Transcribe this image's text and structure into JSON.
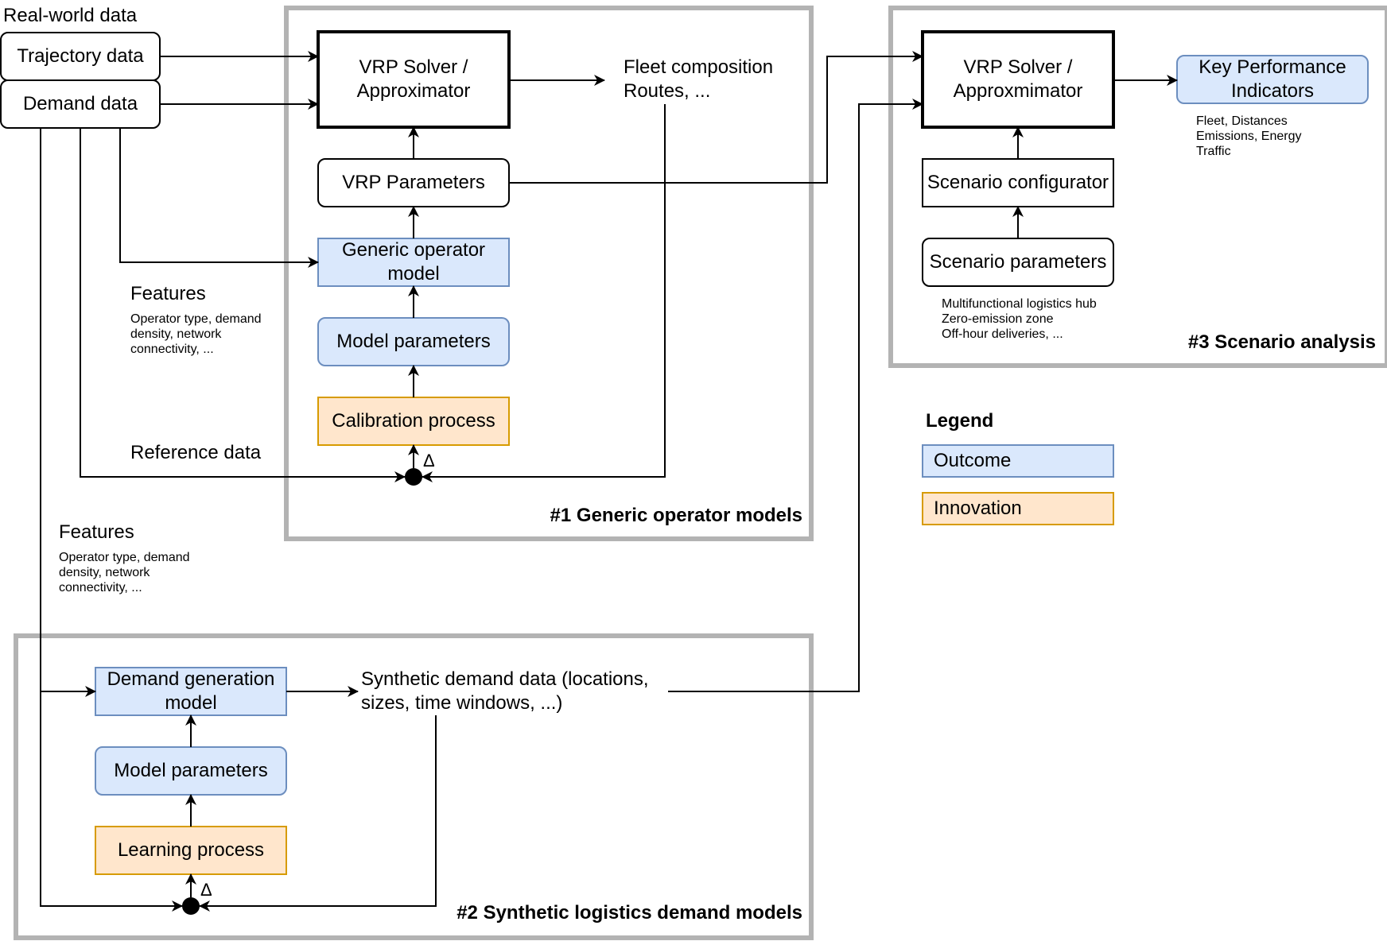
{
  "title_real_world": "Real-world data",
  "inputs": {
    "trajectory": "Trajectory data",
    "demand": "Demand data"
  },
  "section1": {
    "title": "#1 Generic operator models",
    "solver": "VRP Solver / Approximator",
    "fleet_output": "Fleet composition\nRoutes, ...",
    "vrp_params": "VRP Parameters",
    "generic_model": "Generic operator model",
    "model_params": "Model parameters",
    "calibration": "Calibration process",
    "features_heading": "Features",
    "features_detail": "Operator type, demand density, network connectivity, ...",
    "reference_data": "Reference data",
    "delta": "Δ"
  },
  "section2": {
    "title": "#2 Synthetic logistics demand models",
    "demand_model": "Demand generation model",
    "synthetic_output": "Synthetic demand data (locations,\nsizes, time windows, ...)",
    "model_params": "Model parameters",
    "learning": "Learning process",
    "features_heading": "Features",
    "features_detail": "Operator type, demand density, network connectivity, ...",
    "delta": "Δ"
  },
  "section3": {
    "title": "#3 Scenario analysis",
    "solver": "VRP Solver / Approxmimator",
    "kpi": "Key Performance Indicators",
    "kpi_detail": "Fleet, Distances\nEmissions, Energy\nTraffic",
    "configurator": "Scenario configurator",
    "scenario_params": "Scenario parameters",
    "scenario_detail": "Multifunctional logistics hub\nZero-emission zone\nOff-hour deliveries, ..."
  },
  "legend": {
    "title": "Legend",
    "outcome": "Outcome",
    "innovation": "Innovation"
  },
  "colors": {
    "outcome_fill": "#dae8fc",
    "outcome_stroke": "#6c8ebf",
    "innovation_fill": "#ffe6cc",
    "innovation_stroke": "#d79b00",
    "section_border": "#b3b3b3"
  }
}
